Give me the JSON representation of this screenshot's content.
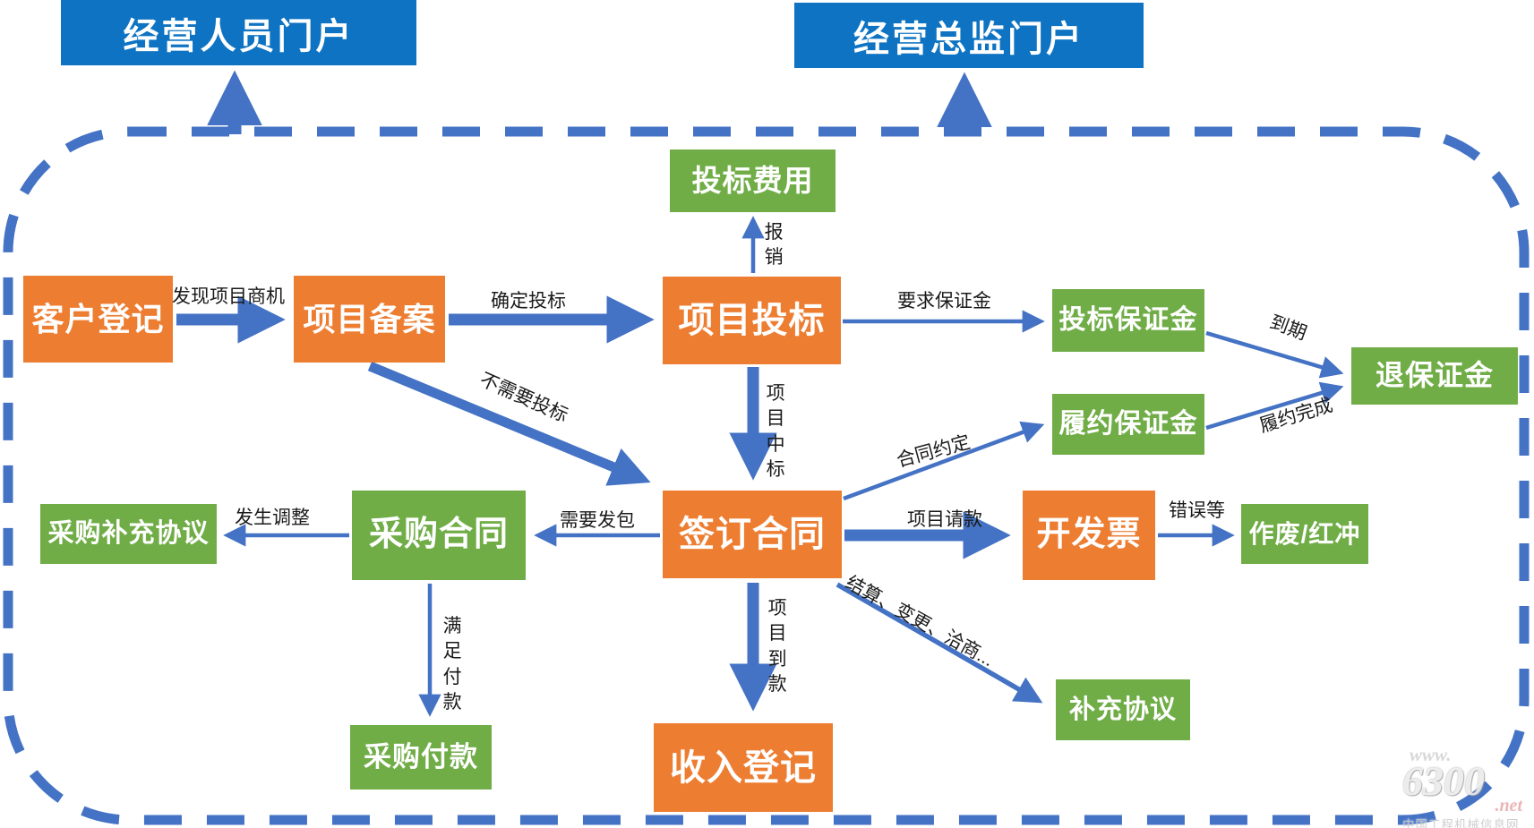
{
  "portals": {
    "staff": {
      "label": "经营人员门户"
    },
    "director": {
      "label": "经营总监门户"
    }
  },
  "nodes": {
    "customer_register": {
      "label": "客户登记",
      "type": "orange"
    },
    "project_filing": {
      "label": "项目备案",
      "type": "orange"
    },
    "project_bidding": {
      "label": "项目投标",
      "type": "orange"
    },
    "bidding_cost": {
      "label": "投标费用",
      "type": "green"
    },
    "bid_deposit": {
      "label": "投标保证金",
      "type": "green"
    },
    "performance_deposit": {
      "label": "履约保证金",
      "type": "green"
    },
    "refund_deposit": {
      "label": "退保证金",
      "type": "green"
    },
    "sign_contract": {
      "label": "签订合同",
      "type": "orange"
    },
    "purchase_contract": {
      "label": "采购合同",
      "type": "green"
    },
    "purchase_supplement": {
      "label": "采购补充协议",
      "type": "green"
    },
    "invoice": {
      "label": "开发票",
      "type": "orange"
    },
    "void_redflush": {
      "label": "作废/红冲",
      "type": "green"
    },
    "supplement": {
      "label": "补充协议",
      "type": "green"
    },
    "purchase_payment": {
      "label": "采购付款",
      "type": "green"
    },
    "income_register": {
      "label": "收入登记",
      "type": "orange"
    }
  },
  "edge_labels": {
    "discover": "发现项目商机",
    "confirm_bid": "确定投标",
    "reimburse": "报销",
    "require_deposit": "要求保证金",
    "expire": "到期",
    "contract_agreed": "合同约定",
    "performance_done": "履约完成",
    "no_bid_needed": "不需要投标",
    "bid_won": "项目中标",
    "need_subcontract": "需要发包",
    "project_billing": "项目请款",
    "error_etc": "错误等",
    "adjustment": "发生调整",
    "payment_due": "满足付款",
    "project_payment": "项目到款",
    "settlement": "结算、变更、洽商..."
  },
  "watermark": {
    "www": "www.",
    "number": "6300",
    "net": ".net",
    "site": "中国工程机械信息网"
  },
  "colors": {
    "orange": "#ED7D31",
    "green": "#70AD47",
    "arrow_blue": "#4472C4",
    "header_blue": "#0D73C2"
  }
}
